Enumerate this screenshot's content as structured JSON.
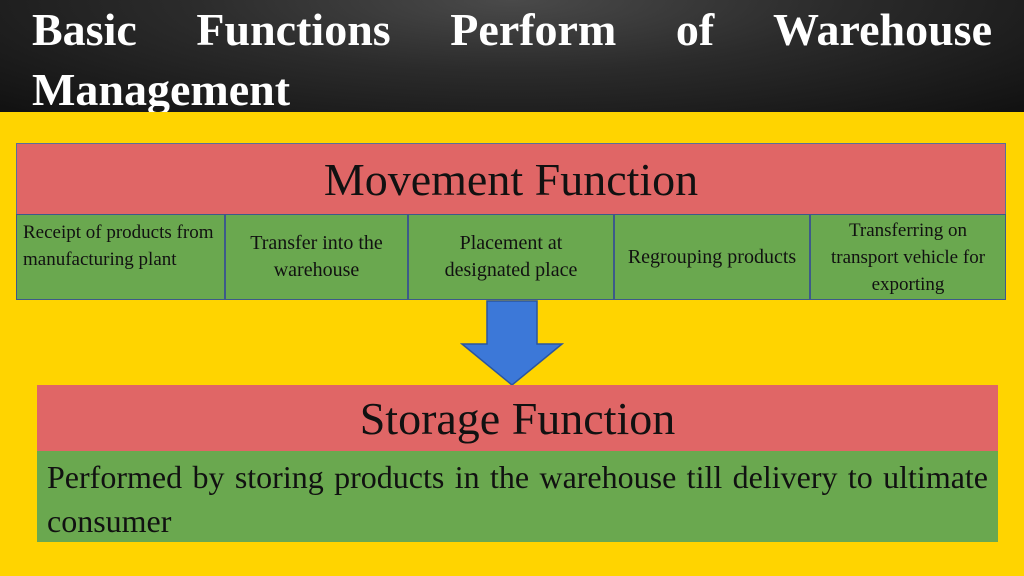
{
  "title": "Basic Functions Perform of Warehouse Management",
  "movement": {
    "heading": "Movement Function",
    "steps": [
      "Receipt of products from manufacturing plant",
      "Transfer  into the warehouse",
      "Placement at designated place",
      "Regrouping products",
      "Transferring on transport vehicle for exporting"
    ]
  },
  "storage": {
    "heading": "Storage Function",
    "description": "Performed by storing products in the warehouse till delivery to ultimate consumer"
  },
  "colors": {
    "background": "#FFD400",
    "heading_fill": "#E06666",
    "body_fill": "#6AA84F",
    "arrow": "#3C78D8"
  }
}
